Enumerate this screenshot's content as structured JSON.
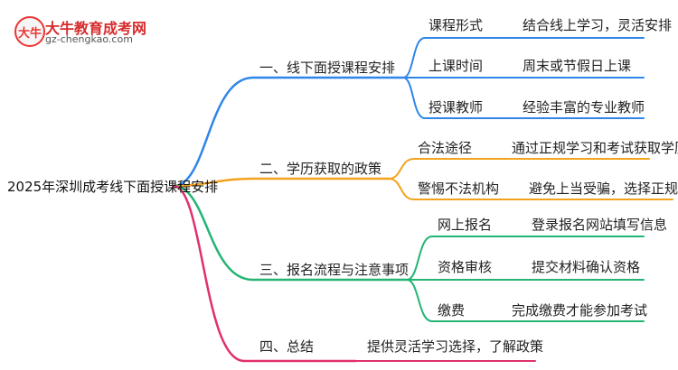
{
  "logo": {
    "title": "大牛教育成考网",
    "url": "gz-chengkao.com",
    "mark": "大牛"
  },
  "root": {
    "label": "2025年深圳成考线下面授课程安排"
  },
  "colors": {
    "b1": "#2f86e8",
    "b2": "#f3a21c",
    "b3": "#22b573",
    "b4": "#e0306e"
  },
  "branches": [
    {
      "label": "一、线下面授课程安排",
      "children": [
        {
          "label": "课程形式",
          "detail": "结合线上学习，灵活安排"
        },
        {
          "label": "上课时间",
          "detail": "周末或节假日上课"
        },
        {
          "label": "授课教师",
          "detail": "经验丰富的专业教师"
        }
      ]
    },
    {
      "label": "二、学历获取的政策",
      "children": [
        {
          "label": "合法途径",
          "detail": "通过正规学习和考试获取学历"
        },
        {
          "label": "警惕不法机构",
          "detail": "避免上当受骗，选择正规渠道"
        }
      ]
    },
    {
      "label": "三、报名流程与注意事项",
      "children": [
        {
          "label": "网上报名",
          "detail": "登录报名网站填写信息"
        },
        {
          "label": "资格审核",
          "detail": "提交材料确认资格"
        },
        {
          "label": "缴费",
          "detail": "完成缴费才能参加考试"
        }
      ]
    },
    {
      "label": "四、总结",
      "children": [
        {
          "label": "提供灵活学习选择，了解政策",
          "detail": ""
        }
      ]
    }
  ]
}
